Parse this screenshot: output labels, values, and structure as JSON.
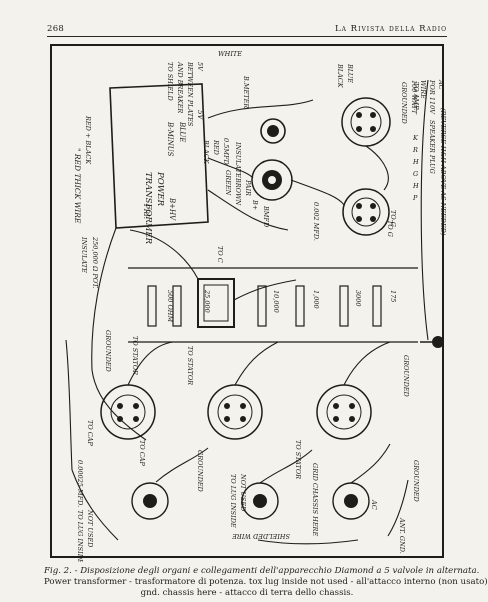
{
  "header": {
    "page_number": "268",
    "journal_title": "La Rivista della Radio"
  },
  "diagram": {
    "top_labels": [
      "WHITE",
      "TO SHIELD",
      "AND BREAKER",
      "BETWEEN PLATES",
      "5V",
      "BLACK",
      "BLUE",
      "GROUNDED",
      "TO AMP."
    ],
    "transformer": [
      "POWER",
      "TRANSFORMER",
      "B-MINUS",
      "BLUE",
      "B+HV",
      "5V",
      "PRI."
    ],
    "left_labels": [
      "\" RED THICK WIRE",
      "RED + BLACK",
      "INSULATE",
      "250,000 Ω POT.",
      "TO STATOR",
      "TO CAP",
      "TO STATOR",
      "0.00025 MFD.",
      "TO LUG INSIDE",
      "NOT USED",
      "GROUNDED"
    ],
    "center_labels": [
      "B.METER",
      "INSULATE",
      "0.5MFD",
      "RED",
      "BLACK",
      "GREEN",
      "BROWN",
      "PAIR",
      "B+",
      "BMFD",
      "0.002 MFD.",
      "TO C",
      "TO G"
    ],
    "resistor_labels": [
      "500 OHM",
      "25,000",
      "10,000",
      "1,000",
      "3000",
      "175"
    ],
    "lower_labels": [
      "TO CAP",
      "GRID CHASSIS HERE",
      "GROUNDED",
      "TO LUG INSIDE",
      "NOT USED",
      "SHIELDED WIRE",
      "AC",
      "ANT. GND.",
      "TO STATOR"
    ],
    "right_labels": [
      "SPEAKER PLUG",
      "(REVERSE H&H ABOVE AS NEEDED)",
      "K",
      "R",
      "H",
      "G",
      "H",
      "P",
      "GROUNDED",
      "TO G",
      "GROUNDED"
    ],
    "legend_right": [
      "100 WATT",
      "WIRE",
      "FOR 110V",
      "AC"
    ]
  },
  "caption": {
    "line1": "Fig. 2. - Disposizione degli organi e collegamenti dell'apparecchio Diamond a 5 valvole in alternata.",
    "line2": "Power transformer - trasformatore di potenza. tox lug inside not used - all'attacco interno (non usato)",
    "line3": "gnd. chassis here - attacco di terra dello chassis."
  }
}
